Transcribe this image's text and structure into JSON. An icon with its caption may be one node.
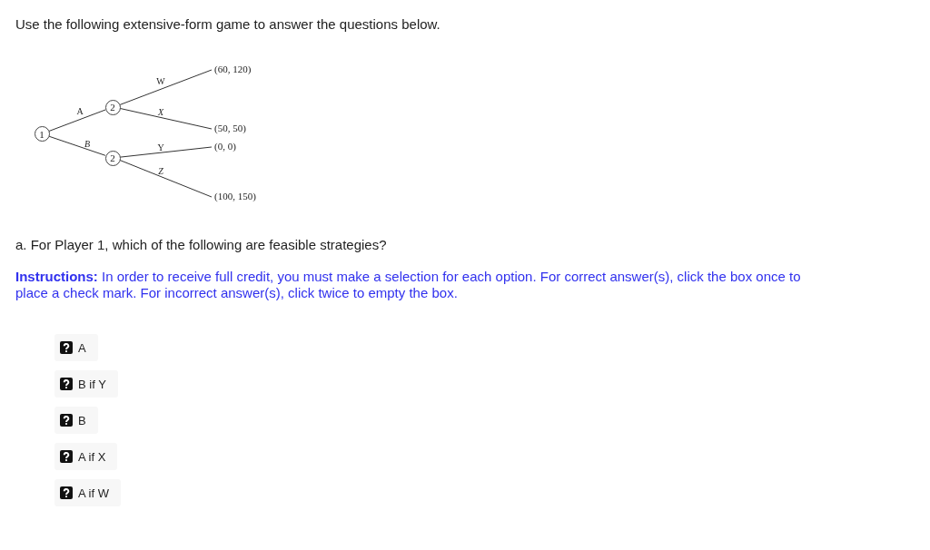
{
  "diagram": {
    "title": "Use the following extensive-form game to answer the questions below.",
    "nodes": [
      {
        "text": [
          "1"
        ]
      },
      {
        "text": [
          "2"
        ]
      },
      {
        "text": [
          "2"
        ]
      },
      {
        "text": [
          "(60, 120)"
        ]
      },
      {
        "text": [
          "(50, 50)"
        ]
      },
      {
        "text": [
          "(0, 0)"
        ]
      },
      {
        "text": [
          "(100, 150)"
        ]
      }
    ],
    "edges": [
      {
        "from": 0,
        "to": 1,
        "arrow": "none",
        "label": "A"
      },
      {
        "from": 0,
        "to": 2,
        "arrow": "none",
        "label": "B"
      },
      {
        "from": 1,
        "to": 3,
        "arrow": "none",
        "label": "W"
      },
      {
        "from": 1,
        "to": 4,
        "arrow": "none",
        "label": "X"
      },
      {
        "from": 2,
        "to": 5,
        "arrow": "none",
        "label": "Y"
      },
      {
        "from": 2,
        "to": 6,
        "arrow": "none",
        "label": "Z"
      }
    ],
    "labels": [
      "a. For Player 1, which of the following are feasible strategies?",
      "**Instructions:** In order to receive full credit, you must make a selection for each option. For correct answer(s), click the box once to place a check mark. For incorrect answer(s), click twice to empty the box.",
      "A",
      "B if Y",
      "B",
      "A if X",
      "A if W"
    ]
  }
}
